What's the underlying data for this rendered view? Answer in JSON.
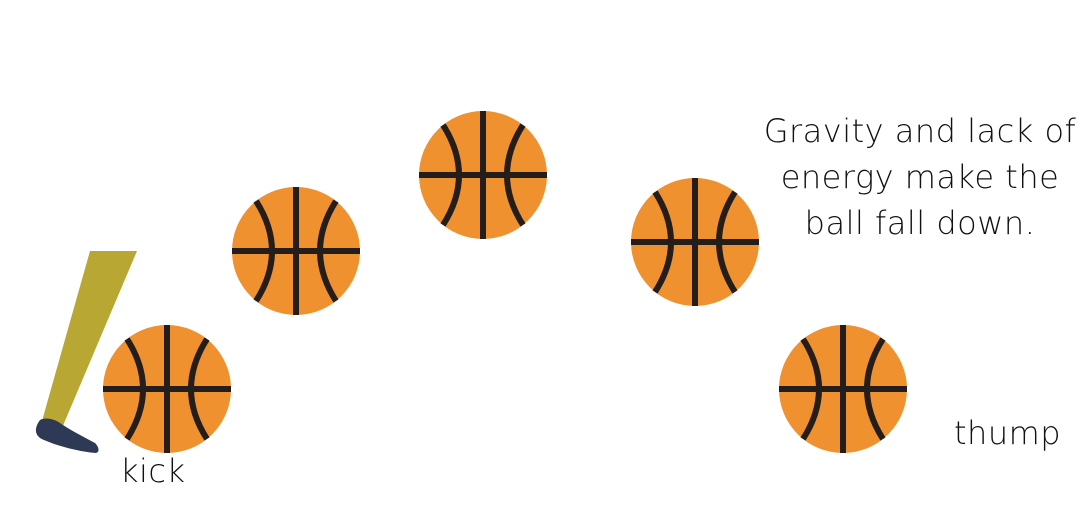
{
  "captions": {
    "gravity_line1": "Gravity and lack of",
    "gravity_line2": "energy make the",
    "gravity_line3": "ball fall down.",
    "kick": "kick",
    "thump": "thump"
  },
  "colors": {
    "ball_fill": "#f0912f",
    "ball_seams": "#241d19",
    "leg": "#b8a732",
    "shoe": "#2e3a55",
    "text": "#111111"
  },
  "icons": {
    "ball": "basketball-icon",
    "leg": "leg-icon",
    "shoe": "shoe-icon"
  }
}
